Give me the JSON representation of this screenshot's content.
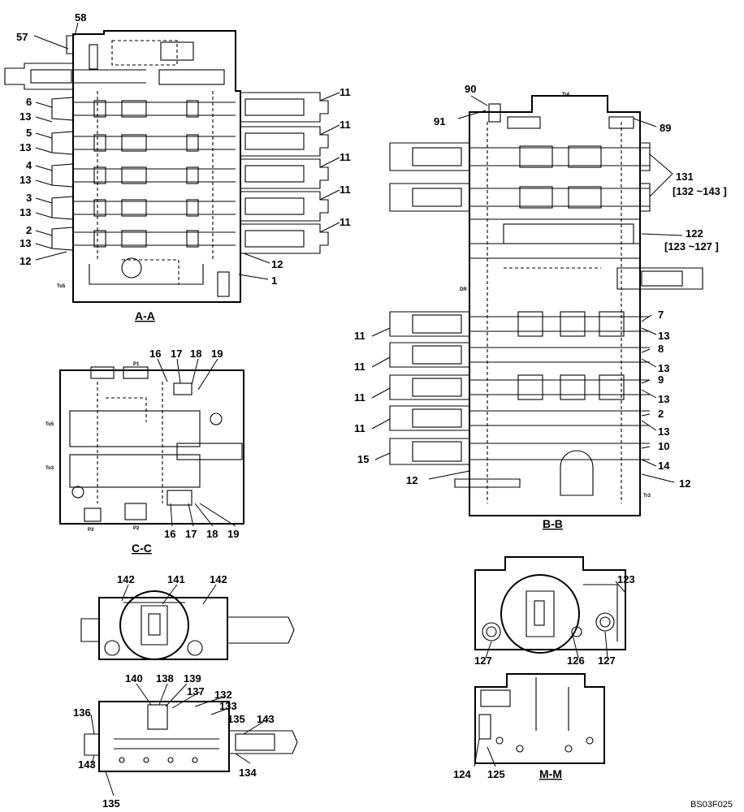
{
  "figure_ref": "BS03F025",
  "views": {
    "aa": {
      "title": "A-A",
      "labels": [
        "57",
        "58",
        "6",
        "13",
        "5",
        "13",
        "4",
        "13",
        "3",
        "13",
        "2",
        "13",
        "12",
        "11",
        "11",
        "11",
        "11",
        "11",
        "12",
        "1"
      ],
      "small": [
        "To5"
      ]
    },
    "bb": {
      "title": "B-B",
      "labels": [
        "90",
        "91",
        "89",
        "131",
        "[132 ~143 ]",
        "122",
        "[123 ~127 ]",
        "7",
        "13",
        "8",
        "13",
        "9",
        "13",
        "2",
        "13",
        "10",
        "14",
        "12",
        "11",
        "11",
        "11",
        "11",
        "15",
        "12"
      ],
      "small": [
        "Tr4",
        "DR",
        "Tr3"
      ]
    },
    "cc": {
      "title": "C-C",
      "labels": [
        "16",
        "17",
        "18",
        "19",
        "16",
        "17",
        "18",
        "19"
      ],
      "small": [
        "P1",
        "To5",
        "To3",
        "P3",
        "P2"
      ]
    },
    "spool": {
      "labels": [
        "142",
        "141",
        "142",
        "140",
        "138",
        "139",
        "137",
        "132",
        "133",
        "136",
        "135",
        "143",
        "134",
        "143",
        "135"
      ]
    },
    "mm": {
      "title": "M-M",
      "labels": [
        "123",
        "127",
        "126",
        "127",
        "124",
        "125"
      ]
    }
  }
}
